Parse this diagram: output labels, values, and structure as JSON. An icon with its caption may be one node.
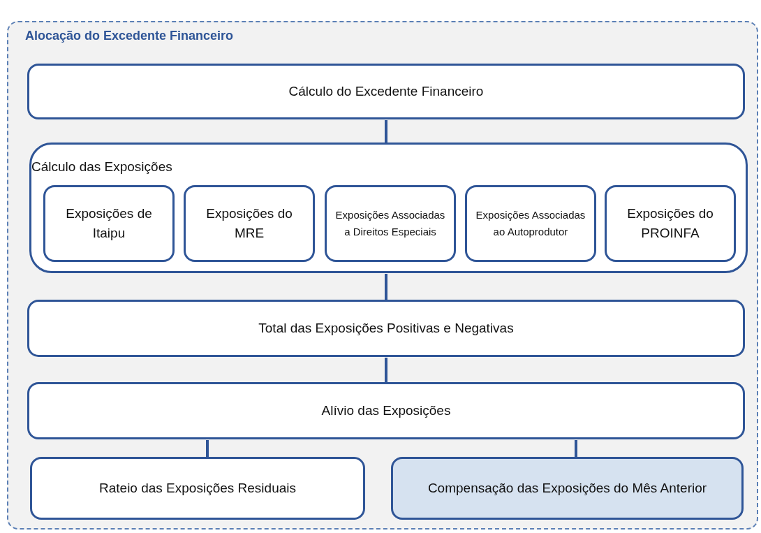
{
  "diagram": {
    "nodes": [
      {
        "text": [
          "Alocação do Excedente Financeiro"
        ]
      },
      {
        "text": [
          "Cálculo do Excedente Financeiro"
        ],
        "in": 0
      },
      {
        "text": [
          "Cálculo das Exposições"
        ],
        "in": 0
      },
      {
        "text": [
          "Exposições de Itaipu"
        ],
        "in": 2
      },
      {
        "text": [
          "Exposições do MRE"
        ],
        "in": 2
      },
      {
        "text": [
          "Exposições Associadas a Direitos Especiais"
        ],
        "in": 2
      },
      {
        "text": [
          "Exposições Associadas ao Autoprodutor"
        ],
        "in": 2
      },
      {
        "text": [
          "Exposições do PROINFA"
        ],
        "in": 2
      },
      {
        "text": [
          "Total das Exposições Positivas e Negativas"
        ],
        "in": 0
      },
      {
        "text": [
          "Alívio das Exposições"
        ],
        "in": 0
      },
      {
        "text": [
          "Rateio das Exposições Residuais"
        ],
        "in": 0
      },
      {
        "text": [
          "Compensação das Exposições do Mês Anterior"
        ],
        "in": 0
      }
    ],
    "edges": [
      {
        "from": 1,
        "to": 2,
        "arrow": "none"
      },
      {
        "from": 2,
        "to": 8,
        "arrow": "none"
      },
      {
        "from": 8,
        "to": 9,
        "arrow": "none"
      },
      {
        "from": 9,
        "to": 10,
        "arrow": "none"
      },
      {
        "from": 9,
        "to": 11,
        "arrow": "none"
      }
    ]
  }
}
